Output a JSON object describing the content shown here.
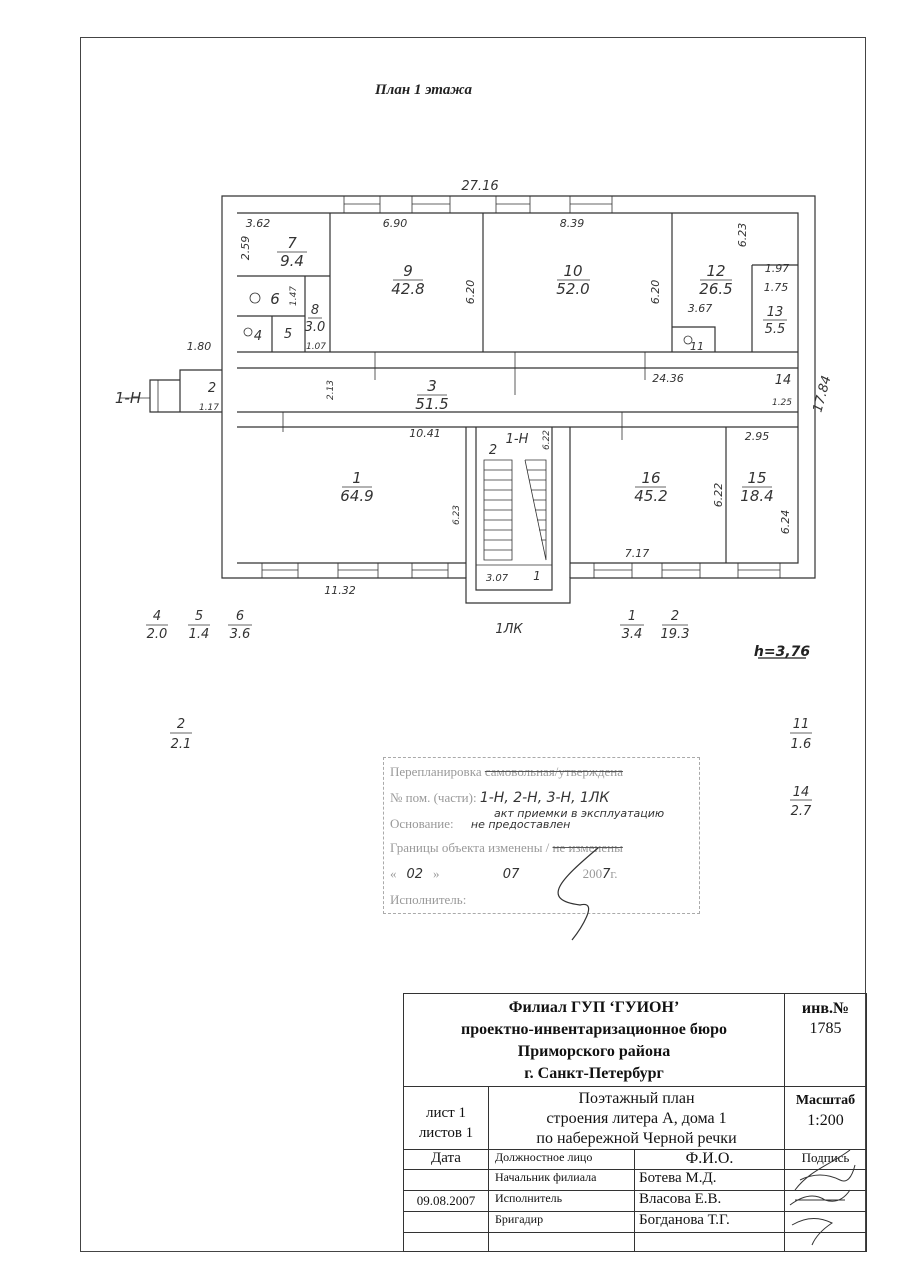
{
  "title": "План 1 этажа",
  "rooms": {
    "r1": {
      "num": "1",
      "area": "64.9"
    },
    "r2": {
      "num": "2"
    },
    "r3": {
      "num": "3",
      "area": "51.5"
    },
    "r4": {
      "num": "4"
    },
    "r5": {
      "num": "5"
    },
    "r6": {
      "num": "6"
    },
    "r7": {
      "num": "7",
      "area": "9.4"
    },
    "r8": {
      "num": "8",
      "area": "3.0"
    },
    "r9": {
      "num": "9",
      "area": "42.8"
    },
    "r10": {
      "num": "10",
      "area": "52.0"
    },
    "r11": {
      "num": "11"
    },
    "r12": {
      "num": "12",
      "area": "26.5"
    },
    "r13": {
      "num": "13",
      "area": "5.5"
    },
    "r14": {
      "num": "14"
    },
    "r15": {
      "num": "15",
      "area": "18.4"
    },
    "r16": {
      "num": "16",
      "area": "45.2"
    },
    "stair2": "2",
    "stair1": "1",
    "stair_unit": "1-Н"
  },
  "dims": {
    "d2716": "27.16",
    "d362": "3.62",
    "d690": "6.90",
    "d839": "8.39",
    "d623a": "6.23",
    "d259": "2.59",
    "d620a": "6.20",
    "d620b": "6.20",
    "d197": "1.97",
    "d175": "1.75",
    "d367": "3.67",
    "d147": "1.47",
    "d107": "1.07",
    "d180": "1.80",
    "d213": "2.13",
    "d2436": "24.36",
    "d117": "1.17",
    "d125": "1.25",
    "d1784": "17.84",
    "d1041": "10.41",
    "d622s": "6.22",
    "d623b": "6.23",
    "d295": "2.95",
    "d622": "6.22",
    "d624": "6.24",
    "d717": "7.17",
    "d1132": "11.32",
    "d307": "3.07"
  },
  "unit_labels": {
    "left": "1-Н",
    "bottom": "1ЛК"
  },
  "height": "h=3,76",
  "legends": [
    {
      "num": "4",
      "area": "2.0"
    },
    {
      "num": "5",
      "area": "1.4"
    },
    {
      "num": "6",
      "area": "3.6"
    },
    {
      "num": "1",
      "area": "3.4"
    },
    {
      "num": "2",
      "area": "19.3"
    },
    {
      "num": "2",
      "area": "2.1"
    },
    {
      "num": "11",
      "area": "1.6"
    },
    {
      "num": "14",
      "area": "2.7"
    }
  ],
  "stamp": {
    "line1_a": "Перепланировка",
    "line1_b": "самовольная/утверждена",
    "rooms_label": "№ пом. (части):",
    "rooms_value": "1-Н, 2-Н, 3-Н, 1ЛК",
    "basis_label": "Основание:",
    "basis_value_1": "акт приемки в эксплуатацию",
    "basis_value_2": "не предоставлен",
    "bounds_a": "Границы объекта изменены /",
    "bounds_b": "не изменены",
    "date_day": "02",
    "date_month": "07",
    "date_year_prefix": "200",
    "date_year_suffix": "7",
    "date_g": "г.",
    "executor_label": "Исполнитель:"
  },
  "title_block": {
    "org1": "Филиал ГУП ‘ГУИОН’",
    "org2": "проектно-инвентаризационное бюро",
    "org3": "Приморского района",
    "org4": "г. Санкт-Петербург",
    "inv_label": "инв.№",
    "inv_value": "1785",
    "sheet": "лист 1",
    "sheets": "листов 1",
    "doc1": "Поэтажный план",
    "doc2": "строения  литера А, дома 1",
    "doc3": "по набережной Черной речки",
    "scale_label": "Масштаб",
    "scale_value": "1:200",
    "h_date": "Дата",
    "h_position": "Должностное лицо",
    "h_name": "Ф.И.О.",
    "h_sign": "Подпись",
    "rows": [
      {
        "date": "",
        "position": "Начальник филиала",
        "name": "Ботева М.Д."
      },
      {
        "date": "09.08.2007",
        "position": "Исполнитель",
        "name": "Власова Е.В."
      },
      {
        "date": "",
        "position": "Бригадир",
        "name": "Богданова Т.Г."
      }
    ]
  }
}
